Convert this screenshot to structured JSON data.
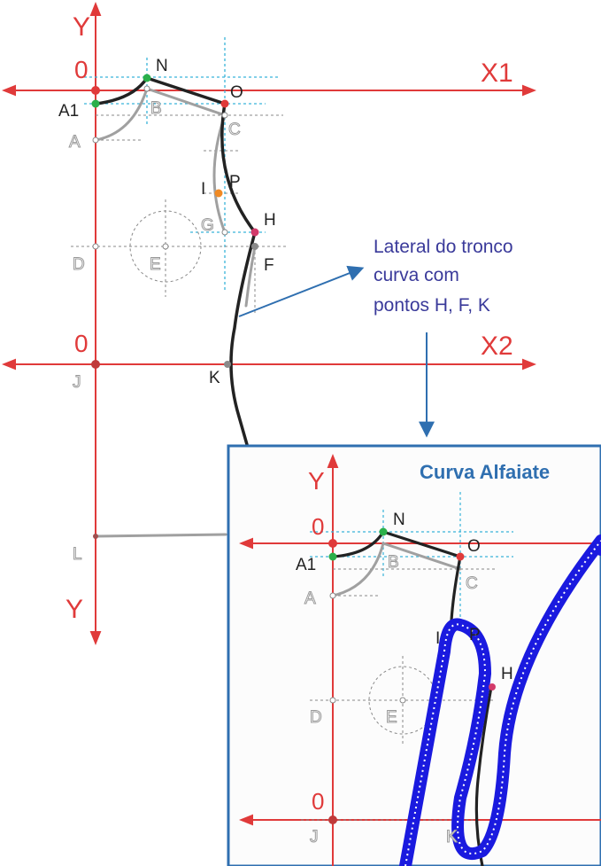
{
  "main": {
    "axis_y_top": "Y",
    "axis_y_bottom": "Y",
    "axis_x1": "X1",
    "axis_x2": "X2",
    "origin_1": "0",
    "origin_2": "0",
    "points": {
      "N": "N",
      "O": "O",
      "A1": "A1",
      "B": "B",
      "A": "A",
      "C": "C",
      "I": "I",
      "P": "P",
      "G": "G",
      "H": "H",
      "D": "D",
      "E": "E",
      "F": "F",
      "J": "J",
      "K": "K",
      "L": "L"
    }
  },
  "callout": {
    "line1": "Lateral do tronco",
    "line2": "curva com",
    "line3": "pontos H, F, K"
  },
  "inset": {
    "title": "Curva Alfaiate",
    "axis_y": "Y",
    "origin_1": "0",
    "origin_2": "0",
    "points": {
      "N": "N",
      "O": "O",
      "A1": "A1",
      "B": "B",
      "A": "A",
      "C": "C",
      "I": "I",
      "P": "P",
      "H": "H",
      "D": "D",
      "E": "E",
      "J": "J",
      "K": "K"
    }
  },
  "colors": {
    "axis": "#e03a3a",
    "guide": "#39b3d9",
    "curve": "#222222",
    "grey": "#a0a0a0",
    "callout": "#3a3a9a",
    "arrow": "#2f6fb0",
    "inset_border": "#2f6fb0",
    "ruler": "#1a1adf"
  }
}
